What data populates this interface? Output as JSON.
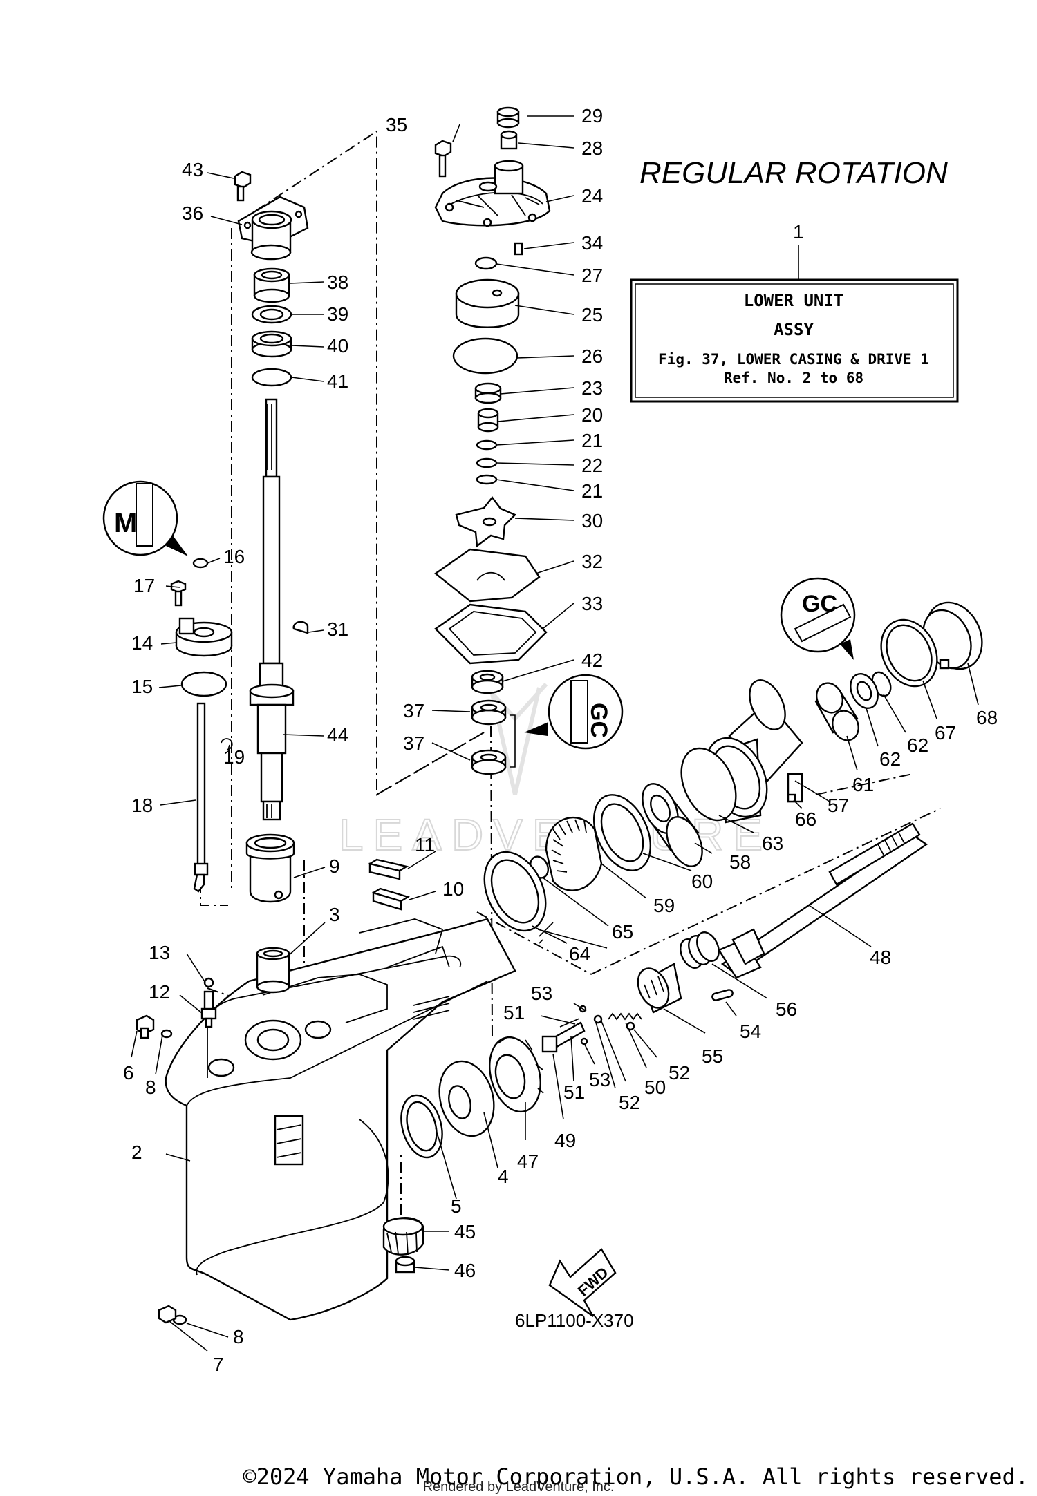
{
  "diagram": {
    "title": "REGULAR ROTATION",
    "info_box": {
      "ref_number": "1",
      "line1": "LOWER UNIT",
      "line2": "ASSY",
      "line3": "Fig. 37, LOWER CASING & DRIVE 1",
      "line4": "Ref. No. 2 to 68"
    },
    "figure_code": "6LP1100-X370",
    "fwd_label": "FWD",
    "copyright": "©2024 Yamaha Motor Corporation, U.S.A. All rights reserved.",
    "rendered_by": "Rendered by LeadVenture, Inc.",
    "watermark": "LEADVENTURE",
    "callouts": {
      "n2": "2",
      "n3": "3",
      "n4": "4",
      "n5": "5",
      "n6": "6",
      "n7": "7",
      "n8a": "8",
      "n8b": "8",
      "n9": "9",
      "n10": "10",
      "n11": "11",
      "n12": "12",
      "n13": "13",
      "n14": "14",
      "n15": "15",
      "n16": "16",
      "n17": "17",
      "n18": "18",
      "n19": "19",
      "n20": "20",
      "n21a": "21",
      "n21b": "21",
      "n22": "22",
      "n23": "23",
      "n24": "24",
      "n25": "25",
      "n26": "26",
      "n27": "27",
      "n28": "28",
      "n29": "29",
      "n30": "30",
      "n31": "31",
      "n32": "32",
      "n33": "33",
      "n34": "34",
      "n35": "35",
      "n36": "36",
      "n37a": "37",
      "n37b": "37",
      "n38": "38",
      "n39": "39",
      "n40": "40",
      "n41": "41",
      "n42": "42",
      "n43": "43",
      "n44": "44",
      "n45": "45",
      "n46": "46",
      "n47": "47",
      "n48": "48",
      "n49": "49",
      "n50": "50",
      "n51a": "51",
      "n51b": "51",
      "n52a": "52",
      "n52b": "52",
      "n53a": "53",
      "n53b": "53",
      "n54": "54",
      "n55": "55",
      "n56": "56",
      "n57": "57",
      "n58": "58",
      "n59": "59",
      "n60": "60",
      "n61": "61",
      "n62a": "62",
      "n62b": "62",
      "n63": "63",
      "n64": "64",
      "n65": "65",
      "n66": "66",
      "n67": "67",
      "n68": "68"
    },
    "symbols": {
      "grease_m": "M",
      "grease_gc_top": "GC",
      "grease_gc_mid": "GC"
    }
  }
}
